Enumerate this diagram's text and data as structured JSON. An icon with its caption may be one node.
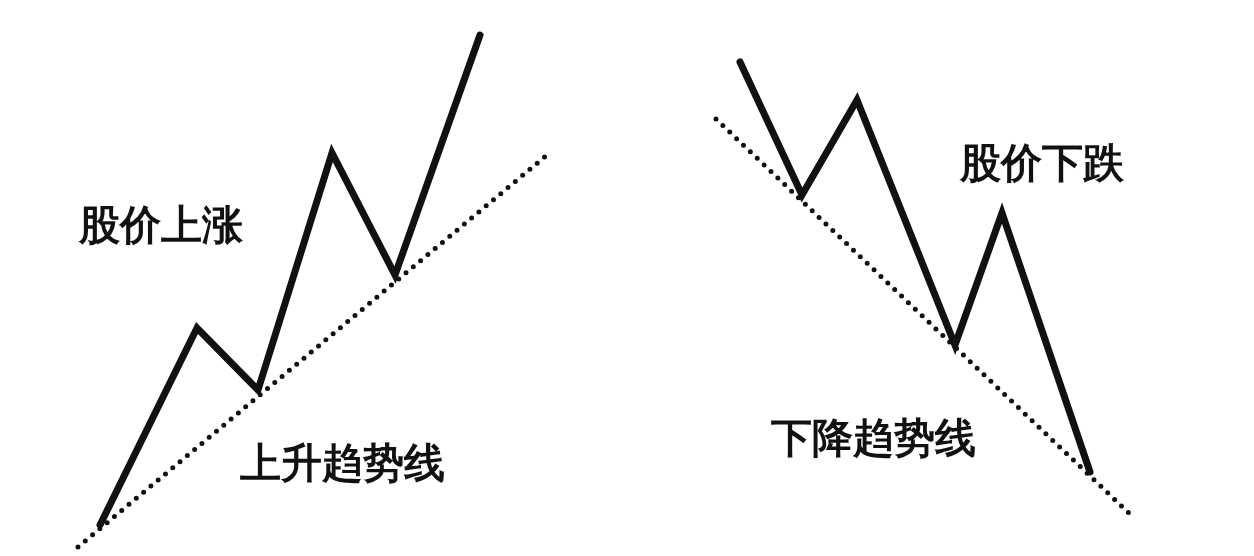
{
  "diagram": {
    "labels": [
      "股价上涨",
      "上升趋势线",
      "股价下跌",
      "下降趋势线"
    ]
  }
}
